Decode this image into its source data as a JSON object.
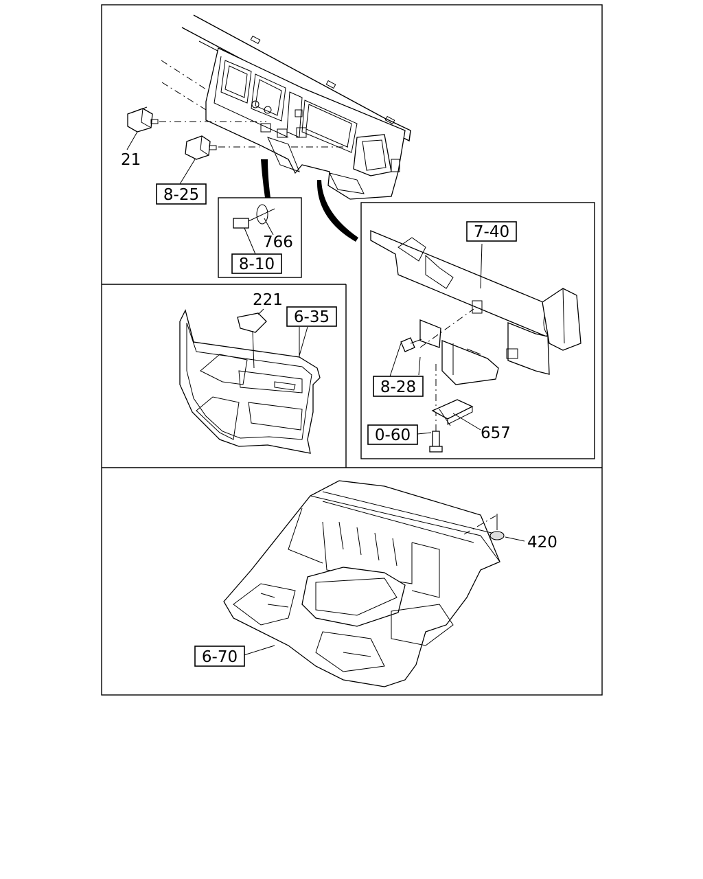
{
  "labels": {
    "p21": "21",
    "p8_25": "8-25",
    "p766": "766",
    "p8_10": "8-10",
    "p7_40": "7-40",
    "p221": "221",
    "p6_35": "6-35",
    "p8_28": "8-28",
    "p0_60": "0-60",
    "p657": "657",
    "p420": "420",
    "p6_70": "6-70"
  }
}
